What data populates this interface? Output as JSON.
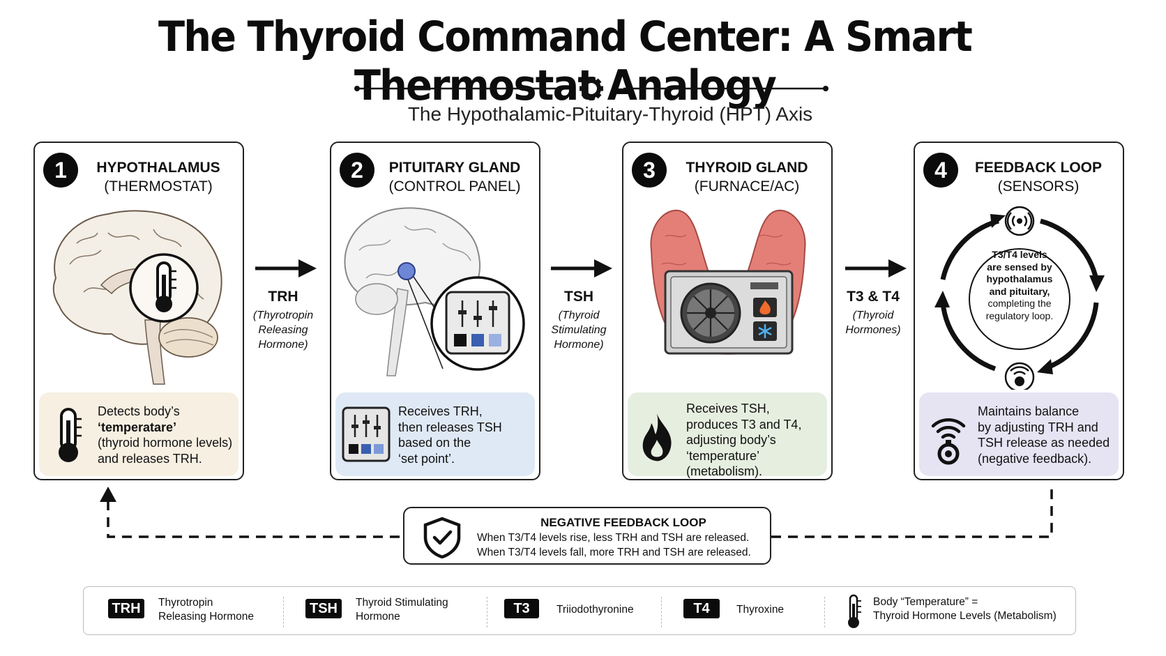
{
  "title": "The Thyroid Command Center: A Smart Thermostat Analogy",
  "subtitle": "The Hypothalamic-Pituitary-Thyroid (HPT) Axis",
  "panels": [
    {
      "number": "1",
      "heading": "HYPOTHALAMUS",
      "subheading": "(THERMOSTAT)",
      "description": [
        "Detects body’s",
        "‘temperatare’",
        "(thyroid hormone levels)",
        "and releases TRH."
      ],
      "color": "#f6efe2"
    },
    {
      "number": "2",
      "heading": "PITUITARY GLAND",
      "subheading": "(CONTROL PANEL)",
      "description": [
        "Receives TRH,",
        "then releases TSH",
        "based on the",
        "‘set point’."
      ],
      "color": "#dfe9f5"
    },
    {
      "number": "3",
      "heading": "THYROID GLAND",
      "subheading": "(FURNACE/AC)",
      "description": [
        "Receives TSH,",
        "produces T3 and T4,",
        "adjusting body’s",
        "‘temperature’",
        "(metabolism)."
      ],
      "color": "#e6eee0"
    },
    {
      "number": "4",
      "heading": "FEEDBACK LOOP",
      "subheading": "(SENSORS)",
      "description": [
        "Maintains balance",
        "by adjusting TRH and",
        "TSH release as needed",
        "(negative feedback)."
      ],
      "color": "#e6e3f3",
      "cycle_text": [
        "T3/T4 levels",
        "are sensed by",
        "hypothalamus",
        "and pituitary,",
        "completing the",
        "regulatory loop."
      ]
    }
  ],
  "arrows": [
    {
      "abbr": "TRH",
      "full": [
        "(Thyrotropin",
        "Releasing",
        "Hormone)"
      ]
    },
    {
      "abbr": "TSH",
      "full": [
        "(Thyroid",
        "Stimulating",
        "Hormone)"
      ]
    },
    {
      "abbr": "T3 & T4",
      "full": [
        "(Thyroid",
        "Hormones)"
      ]
    }
  ],
  "negative_feedback": {
    "title": "NEGATIVE FEEDBACK LOOP",
    "line1": "When T3/T4 levels rise, less TRH and TSH are released.",
    "line2": "When T3/T4 levels fall, more TRH and TSH are released."
  },
  "legend": [
    {
      "tag": "TRH",
      "text": [
        "Thyrotropin",
        "Releasing Hormone"
      ]
    },
    {
      "tag": "TSH",
      "text": [
        "Thyroid Stimulating",
        "Hormone"
      ]
    },
    {
      "tag": "T3",
      "text": [
        "Triiodothyronine"
      ]
    },
    {
      "tag": "T4",
      "text": [
        "Thyroxine"
      ]
    },
    {
      "tag": "",
      "text": [
        "Body “Temperature” =",
        "Thyroid Hormone Levels (Metabolism)"
      ]
    }
  ],
  "icons": [
    "gear-icon",
    "brain-icon",
    "thermometer-icon",
    "control-panel-icon",
    "thyroid-icon",
    "air-conditioner-icon",
    "flame-icon",
    "snowflake-icon",
    "sensor-icon",
    "shield-check-icon"
  ]
}
